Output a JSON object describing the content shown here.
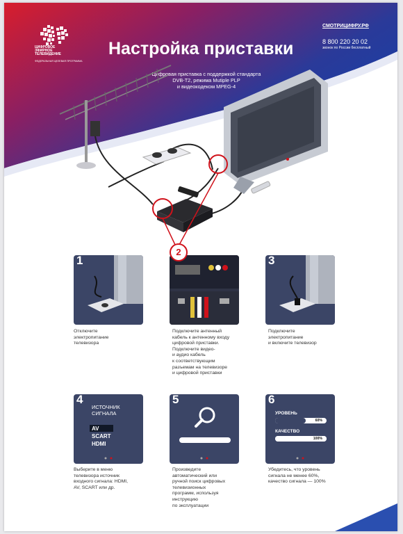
{
  "header": {
    "logo_text_lines": [
      "ЦИФРОВОЕ",
      "ЭФИРНОЕ",
      "ТЕЛЕВИДЕНИЕ"
    ],
    "logo_subtext": "ФЕДЕРАЛЬНАЯ ЦЕЛЕВАЯ ПРОГРАММА",
    "title": "Настройка приставки",
    "website": "СМОТРИЦИФРУ.РФ",
    "phone": "8 800 220 20 02",
    "phone_note": "звонок по России бесплатный",
    "subtitle_lines": [
      "Цифровая приставка с поддержкой стандарта",
      "DVB-T2, режима Mutiple PLP",
      "и видеокодеком MPEG-4"
    ]
  },
  "callout_number": "2",
  "steps": [
    {
      "number": "1",
      "caption_lines": [
        "Отключите",
        "электропитание",
        "телевизора"
      ]
    },
    {
      "number": "2",
      "caption_lines": [
        "Подключите антенный",
        "кабель к антенному входу",
        "цифровой приставки.",
        "Подключите видео-",
        "и аудио кабель",
        "к соответствующим",
        "разъемам на телевизоре",
        "и цифровой приставки"
      ]
    },
    {
      "number": "3",
      "caption_lines": [
        "Подключите",
        "электропитание",
        "и включите телевизор"
      ]
    },
    {
      "number": "4",
      "caption_lines": [
        "Выберите в меню",
        "телевизора источник",
        "входного сигнала: HDMI,",
        "AV, SCART или др."
      ],
      "menu": {
        "header_lines": [
          "ИСТОЧНИК",
          "СИГНАЛА"
        ],
        "items": [
          "AV",
          "SCART",
          "HDMI"
        ],
        "selected": "AV"
      }
    },
    {
      "number": "5",
      "caption_lines": [
        "Произведите",
        "автоматический или",
        "ручной поиск цифровых",
        "телевизионных",
        "программ, используя",
        "инструкцию",
        "по эксплуатации"
      ],
      "search": {
        "progress": 0
      }
    },
    {
      "number": "6",
      "caption_lines": [
        "Убедитесь, что уровень",
        "сигнала не менее 60%,",
        "качество сигнала — 100%"
      ],
      "signal": {
        "level_label": "УРОВЕНЬ",
        "level_value": "60%",
        "level_fraction": 0.6,
        "quality_label": "КАЧЕСТВО",
        "quality_value": "100%",
        "quality_fraction": 1.0
      }
    }
  ],
  "colors": {
    "accent_red": "#d0121b",
    "panel_navy": "#3b4566",
    "banner_blue": "#1d3d8f",
    "banner_purple": "#7a1f68"
  }
}
